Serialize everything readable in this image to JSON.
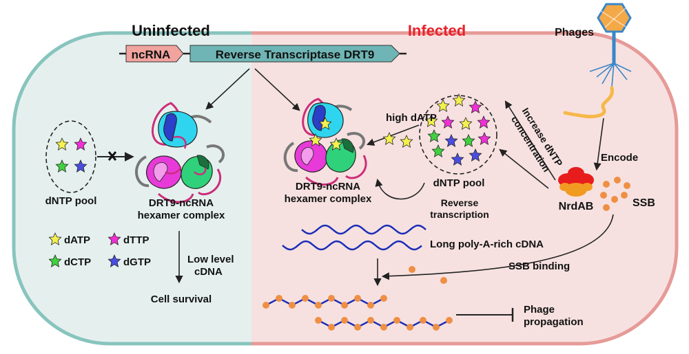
{
  "sections": {
    "uninfected": "Uninfected",
    "infected": "Infected",
    "infected_color": "#e8222a"
  },
  "gene_construct": {
    "ncrna": "ncRNA",
    "drt9": "Reverse Transcriptase DRT9"
  },
  "uninfected_panel": {
    "dntp_pool": "dNTP pool",
    "complex_line1": "DRT9-ncRNA",
    "complex_line2": "hexamer complex",
    "low_level_line1": "Low level",
    "low_level_line2": "cDNA",
    "cell_survival": "Cell survival"
  },
  "legend": {
    "datp": "dATP",
    "dttp": "dTTP",
    "dctp": "dCTP",
    "dgtp": "dGTP"
  },
  "infected_panel": {
    "phages": "Phages",
    "encode": "Encode",
    "increase_line1": "Increase dNTP",
    "increase_line2": "concentration",
    "high_datp": "high dATP",
    "complex_line1": "DRT9-ncRNA",
    "complex_line2": "hexamer complex",
    "dntp_pool": "dNTP pool",
    "rt_line1": "Reverse",
    "rt_line2": "transcription",
    "nrdab": "NrdAB",
    "ssb": "SSB",
    "cdna": "Long poly-A-rich cDNA",
    "ssb_binding": "SSB binding",
    "phage_prop_line1": "Phage",
    "phage_prop_line2": "propagation"
  },
  "colors": {
    "uninfected_bg": "#e5f0ee",
    "uninfected_border": "#88c4be",
    "infected_bg": "#f6e1e0",
    "infected_border": "#e69a97",
    "ncrna_box": "#f1a39e",
    "drt9_box": "#6fb5b5",
    "datp_star": "#f4f050",
    "dttp_star": "#f22fd6",
    "dctp_star": "#3fd23f",
    "dgtp_star": "#4a4de0",
    "cdna_wave": "#1b2db8",
    "ssb_dot": "#ef8f45"
  }
}
